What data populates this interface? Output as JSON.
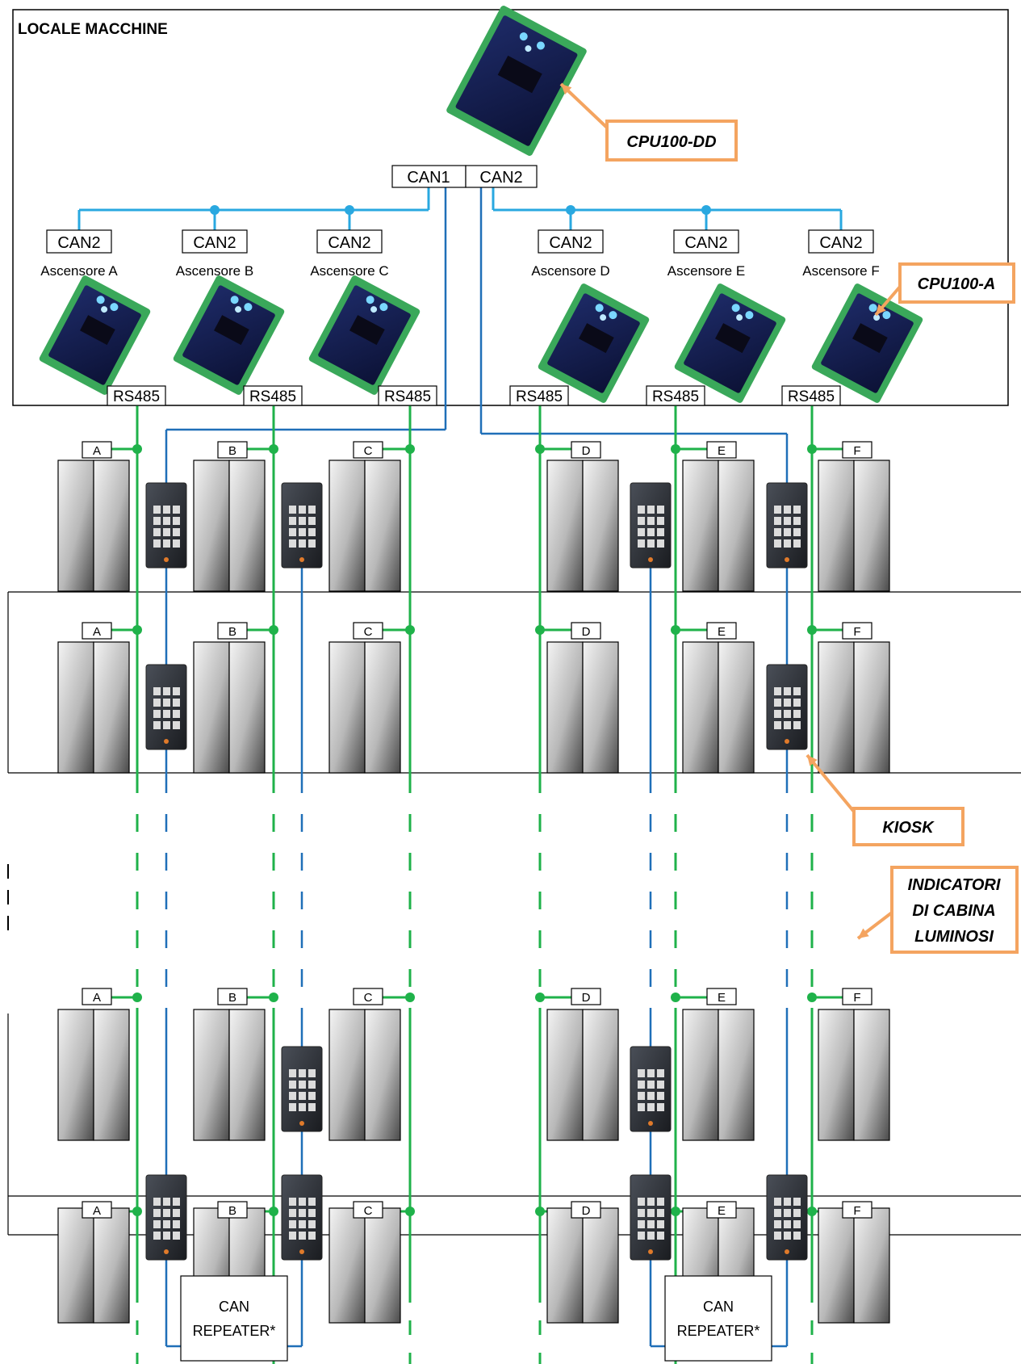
{
  "machine_room": {
    "title": "LOCALE MACCHINE"
  },
  "master_controller": {
    "port_can1": "CAN1",
    "port_can2": "CAN2"
  },
  "callouts": {
    "cpu_dd": "CPU100-DD",
    "cpu_a": "CPU100-A",
    "kiosk": "KIOSK",
    "indicators": [
      "INDICATORI",
      "DI CABINA",
      "LUMINOSI"
    ]
  },
  "elevators": [
    {
      "letter": "A",
      "name": "Ascensore A",
      "can_port": "CAN2",
      "rs_port": "RS485"
    },
    {
      "letter": "B",
      "name": "Ascensore B",
      "can_port": "CAN2",
      "rs_port": "RS485"
    },
    {
      "letter": "C",
      "name": "Ascensore C",
      "can_port": "CAN2",
      "rs_port": "RS485"
    },
    {
      "letter": "D",
      "name": "Ascensore D",
      "can_port": "CAN2",
      "rs_port": "RS485"
    },
    {
      "letter": "E",
      "name": "Ascensore E",
      "can_port": "CAN2",
      "rs_port": "RS485"
    },
    {
      "letter": "F",
      "name": "Ascensore F",
      "can_port": "CAN2",
      "rs_port": "RS485"
    }
  ],
  "repeaters": [
    {
      "line1": "CAN",
      "line2": "REPEATER*"
    },
    {
      "line1": "CAN",
      "line2": "REPEATER*"
    }
  ],
  "colors": {
    "rs485_line": "#1fb24a",
    "can_main_line": "#1f6fb8",
    "can_car_line": "#29a8e0",
    "callout": "#f4a460",
    "door": "#8c8c8c"
  }
}
